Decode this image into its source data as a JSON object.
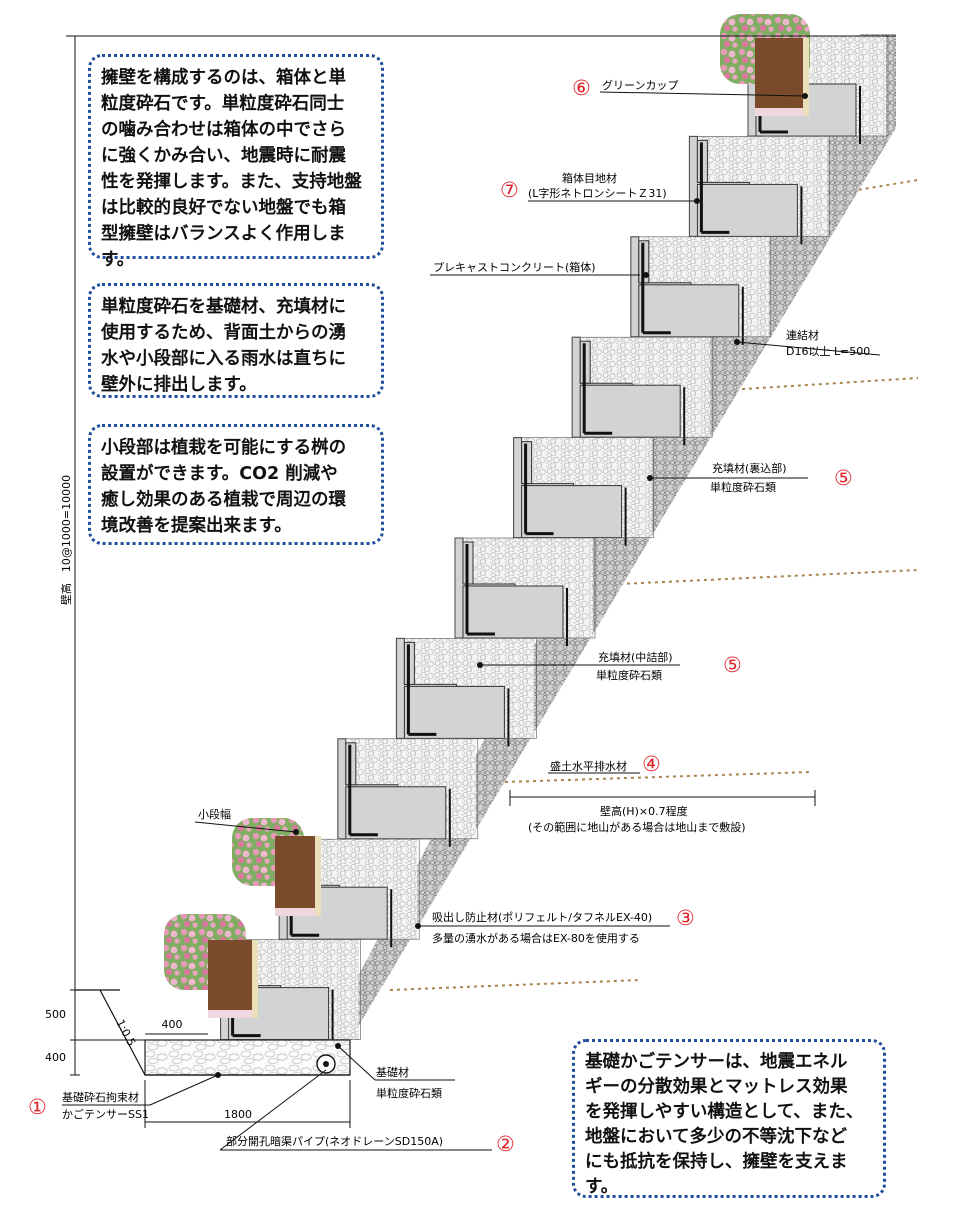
{
  "notes": {
    "composition": "擁壁を構成するのは、箱体と単\n粒度砕石です。単粒度砕石同士\nの噛み合わせは箱体の中でさら\nに強くかみ合い、地震時に耐震\n性を発揮します。また、支持地盤\nは比較的良好でない地盤でも箱\n型擁壁はバランスよく作用しま\nす。",
    "drainage": "単粒度砕石を基礎材、充填材に\n使用するため、背面土からの湧\n水や小段部に入る雨水は直ちに\n壁外に排出します。",
    "planting": "小段部は植栽を可能にする桝の\n設置ができます。CO2 削減や\n癒し効果のある植栽で周辺の環\n境改善を提案出来ます。",
    "foundation": "基礎かごテンサーは、地震エネル\nギーの分散効果とマットレス効果\nを発揮しやすい構造として、また、\n地盤において多少の不等沈下など\nにも抵抗を保持し、擁壁を支えま\nす。"
  },
  "dimensions": {
    "wall_height": "壁高　10@1000=10000",
    "h500": "500",
    "h400": "400",
    "slope": "1:0.5",
    "w400": "400",
    "w1800": "1800"
  },
  "labels": {
    "green_cup": "グリーンカップ",
    "joint_title": "箱体目地材",
    "joint_spec": "(L字形ネトロンシートＺ31)",
    "precast": "プレキャストコンクリート(箱体)",
    "connector_title": "連結材",
    "connector_spec": "D16以上 L=500",
    "fill_back_title": "充填材(裏込部)",
    "fill_back_spec": "単粒度砕石類",
    "fill_mid_title": "充填材(中詰部)",
    "fill_mid_spec": "単粒度砕石類",
    "drain_title": "盛土水平排水材",
    "drain_range1": "壁高(H)×0.7程度",
    "drain_range2": "(その範囲に地山がある場合は地山まで敷設)",
    "small_berm": "小段幅",
    "suction_title": "吸出し防止材(ポリフェルト/タフネルEX-40)",
    "suction_note": "多量の湧水がある場合はEX-80を使用する",
    "base_title": "基礎材",
    "base_spec": "単粒度砕石類",
    "gabion_title": "基礎砕石拘束材",
    "gabion_spec": "かごテンサーSS1",
    "pipe": "部分開孔暗渠パイプ(ネオドレーンSD150A)"
  },
  "markers": {
    "m1": "①",
    "m2": "②",
    "m3": "③",
    "m4": "④",
    "m5a": "⑤",
    "m5b": "⑤",
    "m6": "⑥",
    "m7": "⑦"
  },
  "colors": {
    "concrete": "#d2d3d5",
    "gravel": "#f3f3f3",
    "soil": "#7a4a2a",
    "marker": "#e0242b",
    "dotted_box": "#1f4e9c",
    "drain_line": "#a98550"
  }
}
